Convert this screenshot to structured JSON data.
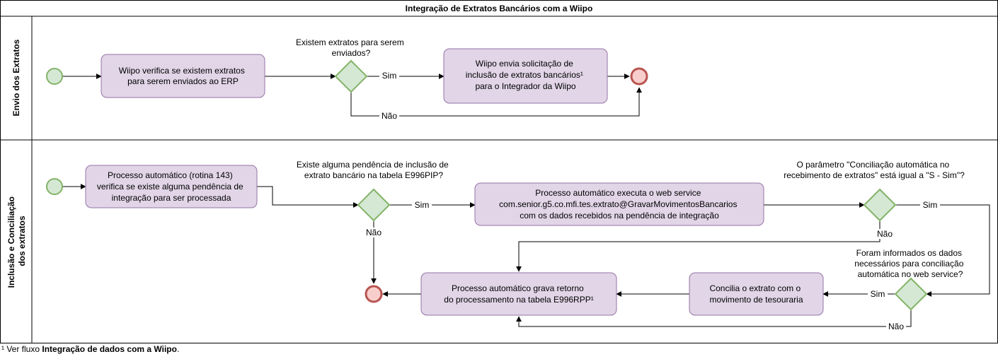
{
  "title": "Integração de Extratos Bancários com a Wiipo",
  "colors": {
    "task_fill": "#e1d5e7",
    "task_stroke": "#9673a6",
    "gateway_fill": "#d5e8d4",
    "gateway_stroke": "#82b366",
    "start_fill": "#d5e8d4",
    "start_stroke": "#82b366",
    "end_fill": "#f8cecc",
    "end_stroke": "#b85450",
    "line": "#000000"
  },
  "lanes": [
    {
      "label": "Envio dos Extratos"
    },
    {
      "label_line1": "Inclusão e Conciliação",
      "label_line2": "dos extratos"
    }
  ],
  "lane1": {
    "task_verify": [
      "Wiipo verifica se existem extratos",
      "para serem enviados ao ERP"
    ],
    "gateway_question": [
      "Existem extratos para serem",
      "enviados?"
    ],
    "task_send": [
      "Wiipo envia solicitação de",
      "inclusão de extratos bancários¹",
      "para o Integrador da Wiipo"
    ],
    "yes_label": "Sim",
    "no_label": "Não"
  },
  "lane2": {
    "task_process": [
      "Processo automático (rotina 143)",
      "verifica se existe alguma pendência de",
      "integração para ser processada"
    ],
    "gateway1_question": [
      "Existe alguma pendência de inclusão de",
      "extrato bancário na tabela E996PIP?"
    ],
    "gateway1_yes": "Sim",
    "gateway1_no": "Não",
    "task_webservice": [
      "Processo automático executa o web service",
      "com.senior.g5.co.mfi.tes.extrato@GravarMovimentosBancarios",
      "com os dados recebidos na pendência de integração"
    ],
    "gateway2_question": [
      "O parâmetro \"Conciliação automática no",
      "recebimento de extratos\" está igual a \"S - Sim\"?"
    ],
    "gateway2_yes": "Sim",
    "gateway2_no": "Não",
    "gateway3_question": [
      "Foram informados os dados",
      "necessários para conciliação",
      "automática no web service?"
    ],
    "gateway3_yes": "Sim",
    "gateway3_no": "Não",
    "task_reconcile": [
      "Concilia o extrato com o",
      "movimento de tesouraria"
    ],
    "task_record": [
      "Processo automático grava retorno",
      "do processamento na tabela E996RPP¹"
    ]
  },
  "footnote": {
    "prefix": "¹ Ver fluxo ",
    "bold": "Integração de dados com a Wiipo",
    "suffix": "."
  }
}
